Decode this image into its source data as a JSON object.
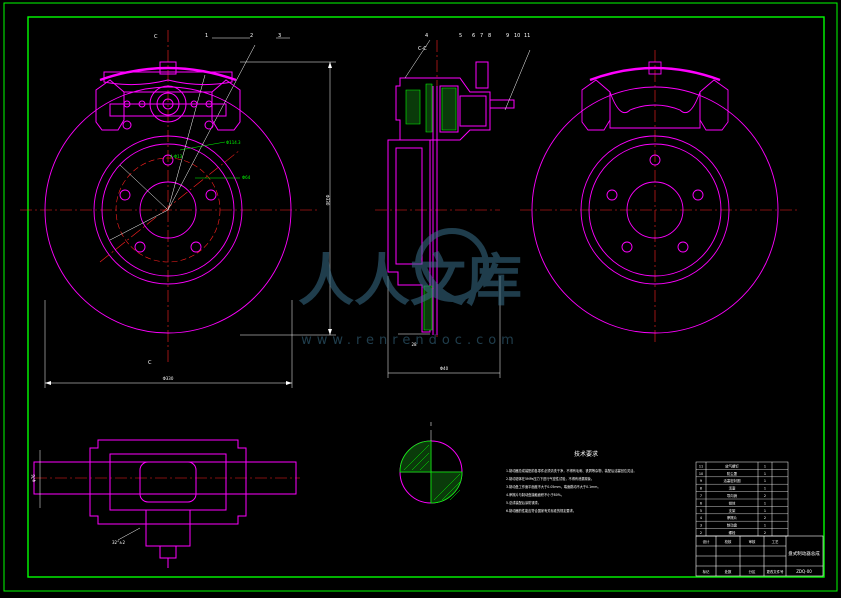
{
  "drawing": {
    "section_label": "C-C",
    "section_tag": "C",
    "detail_label": "I",
    "balloons_front": [
      "1",
      "2",
      "3"
    ],
    "balloons_section": [
      "4",
      "5",
      "6",
      "7",
      "8",
      "9",
      "10",
      "11"
    ],
    "dims": {
      "front_width": "Φ330",
      "front_height": "Φ330",
      "section_width": "Φ40",
      "section_thk": "28",
      "plan_height": "φ76",
      "plan_tag": "32°±2",
      "bolt_circle": "Φ114.3",
      "hub_dia": "Φ64",
      "hole_dia": "4-Φ13"
    }
  },
  "tech_req": {
    "title": "技术要求",
    "items": [
      "1.制动器总成装配前各零件必须清洗干净，不得有毛刺、铁屑等杂物，装配后活塞回位灵活。",
      "2.制动钳体在5MPa压力下进行气密性试验，不得有泄漏现象。",
      "3.制动盘工作面平面度不大于0.05mm，端面跳动不大于0.1mm。",
      "4.摩擦片与制动盘接触面积不小于80%。",
      "5.总成装配后涂防锈漆。",
      "6.制动器的性能应符合国家有关标准的规定要求。"
    ]
  },
  "title_block": {
    "part_name": "盘式制动器总成",
    "drawing_no": "ZDQ-00",
    "rows": [
      "标记",
      "处数",
      "分区",
      "更改文件号",
      "签名",
      "日期"
    ],
    "cols": [
      "设计",
      "校核",
      "审核",
      "工艺",
      "批准"
    ]
  },
  "bom": [
    {
      "no": "11",
      "name": "放气螺钉",
      "qty": "1"
    },
    {
      "no": "10",
      "name": "防尘罩",
      "qty": "1"
    },
    {
      "no": "9",
      "name": "活塞密封圈",
      "qty": "1"
    },
    {
      "no": "8",
      "name": "活塞",
      "qty": "1"
    },
    {
      "no": "7",
      "name": "导向销",
      "qty": "2"
    },
    {
      "no": "6",
      "name": "钳体",
      "qty": "1"
    },
    {
      "no": "5",
      "name": "支架",
      "qty": "1"
    },
    {
      "no": "4",
      "name": "摩擦片",
      "qty": "2"
    },
    {
      "no": "3",
      "name": "制动盘",
      "qty": "1"
    },
    {
      "no": "2",
      "name": "螺栓",
      "qty": "2"
    }
  ],
  "watermark": {
    "text": "人人文库",
    "url": "www.renrendoc.com"
  },
  "colors": {
    "background": "#000000",
    "part": "#ff00ff",
    "center_line": "#ff2020",
    "dimension": "#00ff00",
    "white_line": "#ffffff",
    "hatch": "#00ff00",
    "frame": "#00ff00",
    "watermark": "#3a6f8a"
  }
}
